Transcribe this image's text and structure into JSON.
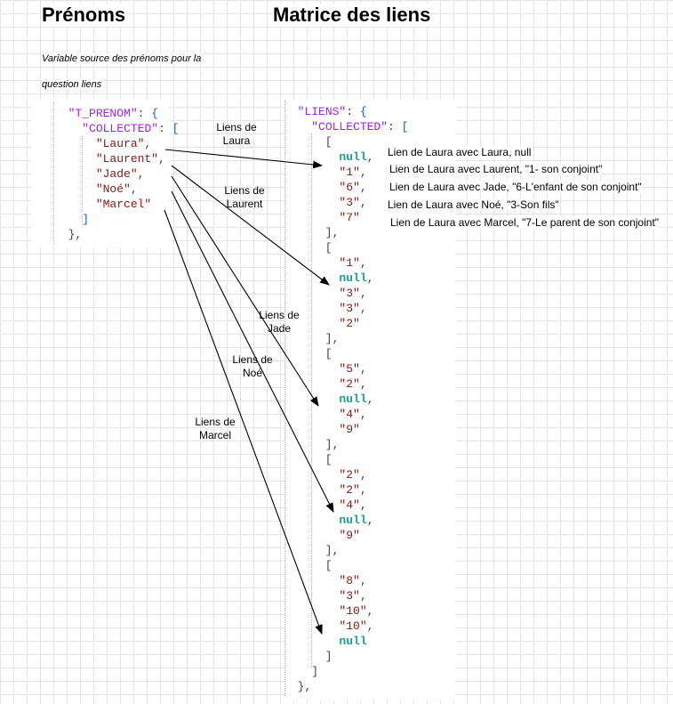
{
  "titles": {
    "prenoms": "Prénoms",
    "matrice": "Matrice des liens"
  },
  "subtitle": {
    "line1": "Variable source des prénoms pour la",
    "line2": "question liens"
  },
  "prenom_block": {
    "key": "T_PRENOM",
    "collected_key": "COLLECTED",
    "values": [
      "Laura",
      "Laurent",
      "Jade",
      "Noé",
      "Marcel"
    ]
  },
  "liens_block": {
    "key": "LIENS",
    "collected_key": "COLLECTED",
    "matrix": [
      [
        null,
        "1",
        "6",
        "3",
        "7"
      ],
      [
        "1",
        null,
        "3",
        "3",
        "2"
      ],
      [
        "5",
        "2",
        null,
        "4",
        "9"
      ],
      [
        "2",
        "2",
        "4",
        null,
        "9"
      ],
      [
        "8",
        "3",
        "10",
        "10",
        null
      ]
    ]
  },
  "arrow_labels": [
    {
      "line1": "Liens de",
      "line2": "Laura"
    },
    {
      "line1": "Liens de",
      "line2": "Laurent"
    },
    {
      "line1": "Liens de",
      "line2": "Jade"
    },
    {
      "line1": "Liens de",
      "line2": "Noé"
    },
    {
      "line1": "Liens de",
      "line2": "Marcel"
    }
  ],
  "annotations": [
    "Lien de Laura avec Laura, null",
    "Lien de Laura avec Laurent, \"1- son conjoint\"",
    "Lien de Laura avec Jade, \"6-L'enfant de son conjoint\"",
    "Lien de Laura avec Noé, \"3-Son fils\"",
    "Lien de Laura avec Marcel, \"7-Le parent de son conjoint\""
  ]
}
